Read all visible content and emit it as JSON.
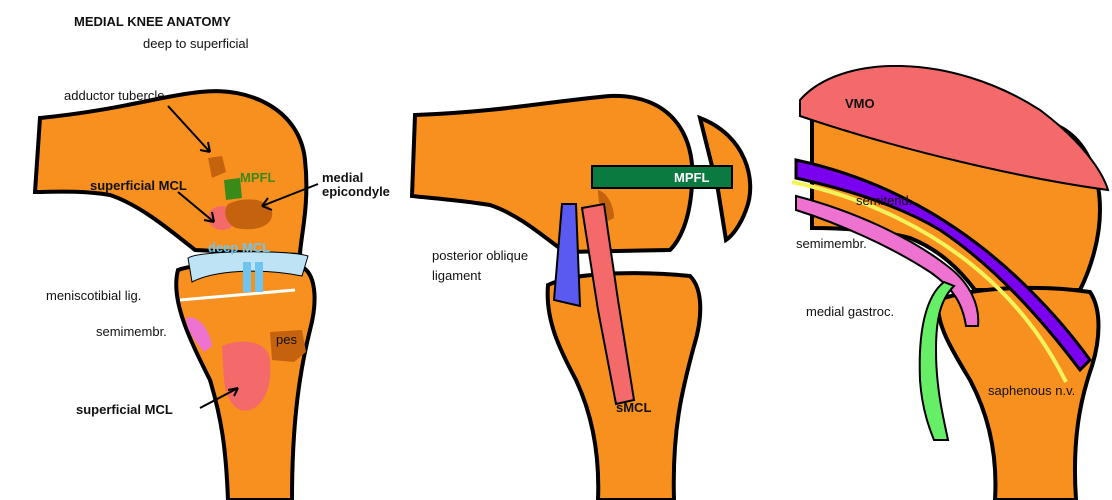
{
  "title": "MEDIAL  KNEE ANATOMY",
  "subtitle": "deep to superficial",
  "panel1": {
    "adductor_tubercle": "adductor tubercle",
    "superficial_mcl_top": "superficial MCL",
    "mpfl": "MPFL",
    "medial_epicondyle_line1": "medial",
    "medial_epicondyle_line2": "epicondyle",
    "deep_mcl": "deep MCL",
    "meniscotibial": "meniscotibial lig.",
    "semimembr": "semimembr.",
    "pes": "pes",
    "superficial_mcl_bottom": "superficial MCL"
  },
  "panel2": {
    "mpfl": "MPFL",
    "pol_line1": "posterior oblique",
    "pol_line2": "ligament",
    "smcl": "sMCL"
  },
  "panel3": {
    "vmo": "VMO",
    "semitend": "semitend.",
    "semimembr": "semimembr.",
    "medial_gastroc": "medial gastroc.",
    "saphenous": "saphenous n.v."
  },
  "colors": {
    "bone": "#F7901E",
    "outline": "#000000",
    "red_ligament": "#F46A6A",
    "mpfl_green": "#3A8A1A",
    "mpfl_band": "#0A7A40",
    "epicondyle": "#C4620E",
    "deep_mcl": "#6EC6F0",
    "meniscus": "#BDE3F5",
    "semimembr_pink": "#EE72D0",
    "pol_blue": "#5A5AF0",
    "semitend_purple": "#7A00F0",
    "saphenous_yellow": "#F2F25A",
    "gastroc_green": "#66EE66"
  }
}
